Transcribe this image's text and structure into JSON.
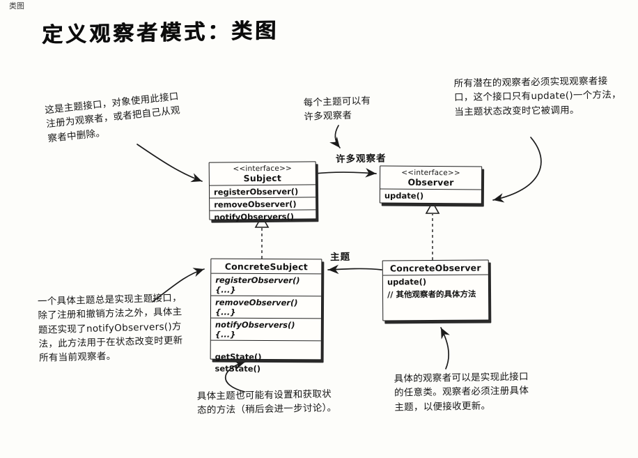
{
  "page": {
    "header_fragment": "类图",
    "title": "定义观察者模式：类图"
  },
  "classes": {
    "subject": {
      "stereotype": "<<interface>>",
      "name": "Subject",
      "methods": [
        "registerObserver()",
        "removeObserver()",
        "notifyObservers()"
      ]
    },
    "observer": {
      "stereotype": "<<interface>>",
      "name": "Observer",
      "methods": [
        "update()"
      ]
    },
    "concrete_subject": {
      "name": "ConcreteSubject",
      "methods": [
        "registerObserver() {...}",
        "removeObserver() {...}",
        "notifyObservers() {...}",
        "getState()",
        "setState()"
      ]
    },
    "concrete_observer": {
      "name": "ConcreteObserver",
      "methods": [
        "update()",
        "// 其他观察者的具体方法"
      ]
    }
  },
  "relationships": {
    "many_observers_label": "许多观察者",
    "subject_label": "主题"
  },
  "annotations": {
    "subject_interface": "这是主题接口，对象使用此接口注册为观察者，或者把自己从观察者中删除。",
    "many_observers": "每个主题可以有许多观察者",
    "observer_interface": "所有潜在的观察者必须实现观察者接口，这个接口只有update()一个方法，当主题状态改变时它被调用。",
    "concrete_subject": "一个具体主题总是实现主题接口，除了注册和撤销方法之外，具体主题还实现了notifyObservers()方法，此方法用于在状态改变时更新所有当前观察者。",
    "get_set_state": "具体主题也可能有设置和获取状态的方法（稍后会进一步讨论）。",
    "concrete_observer": "具体的观察者可以是实现此接口的任意类。观察者必须注册具体主题，以便接收更新。"
  }
}
